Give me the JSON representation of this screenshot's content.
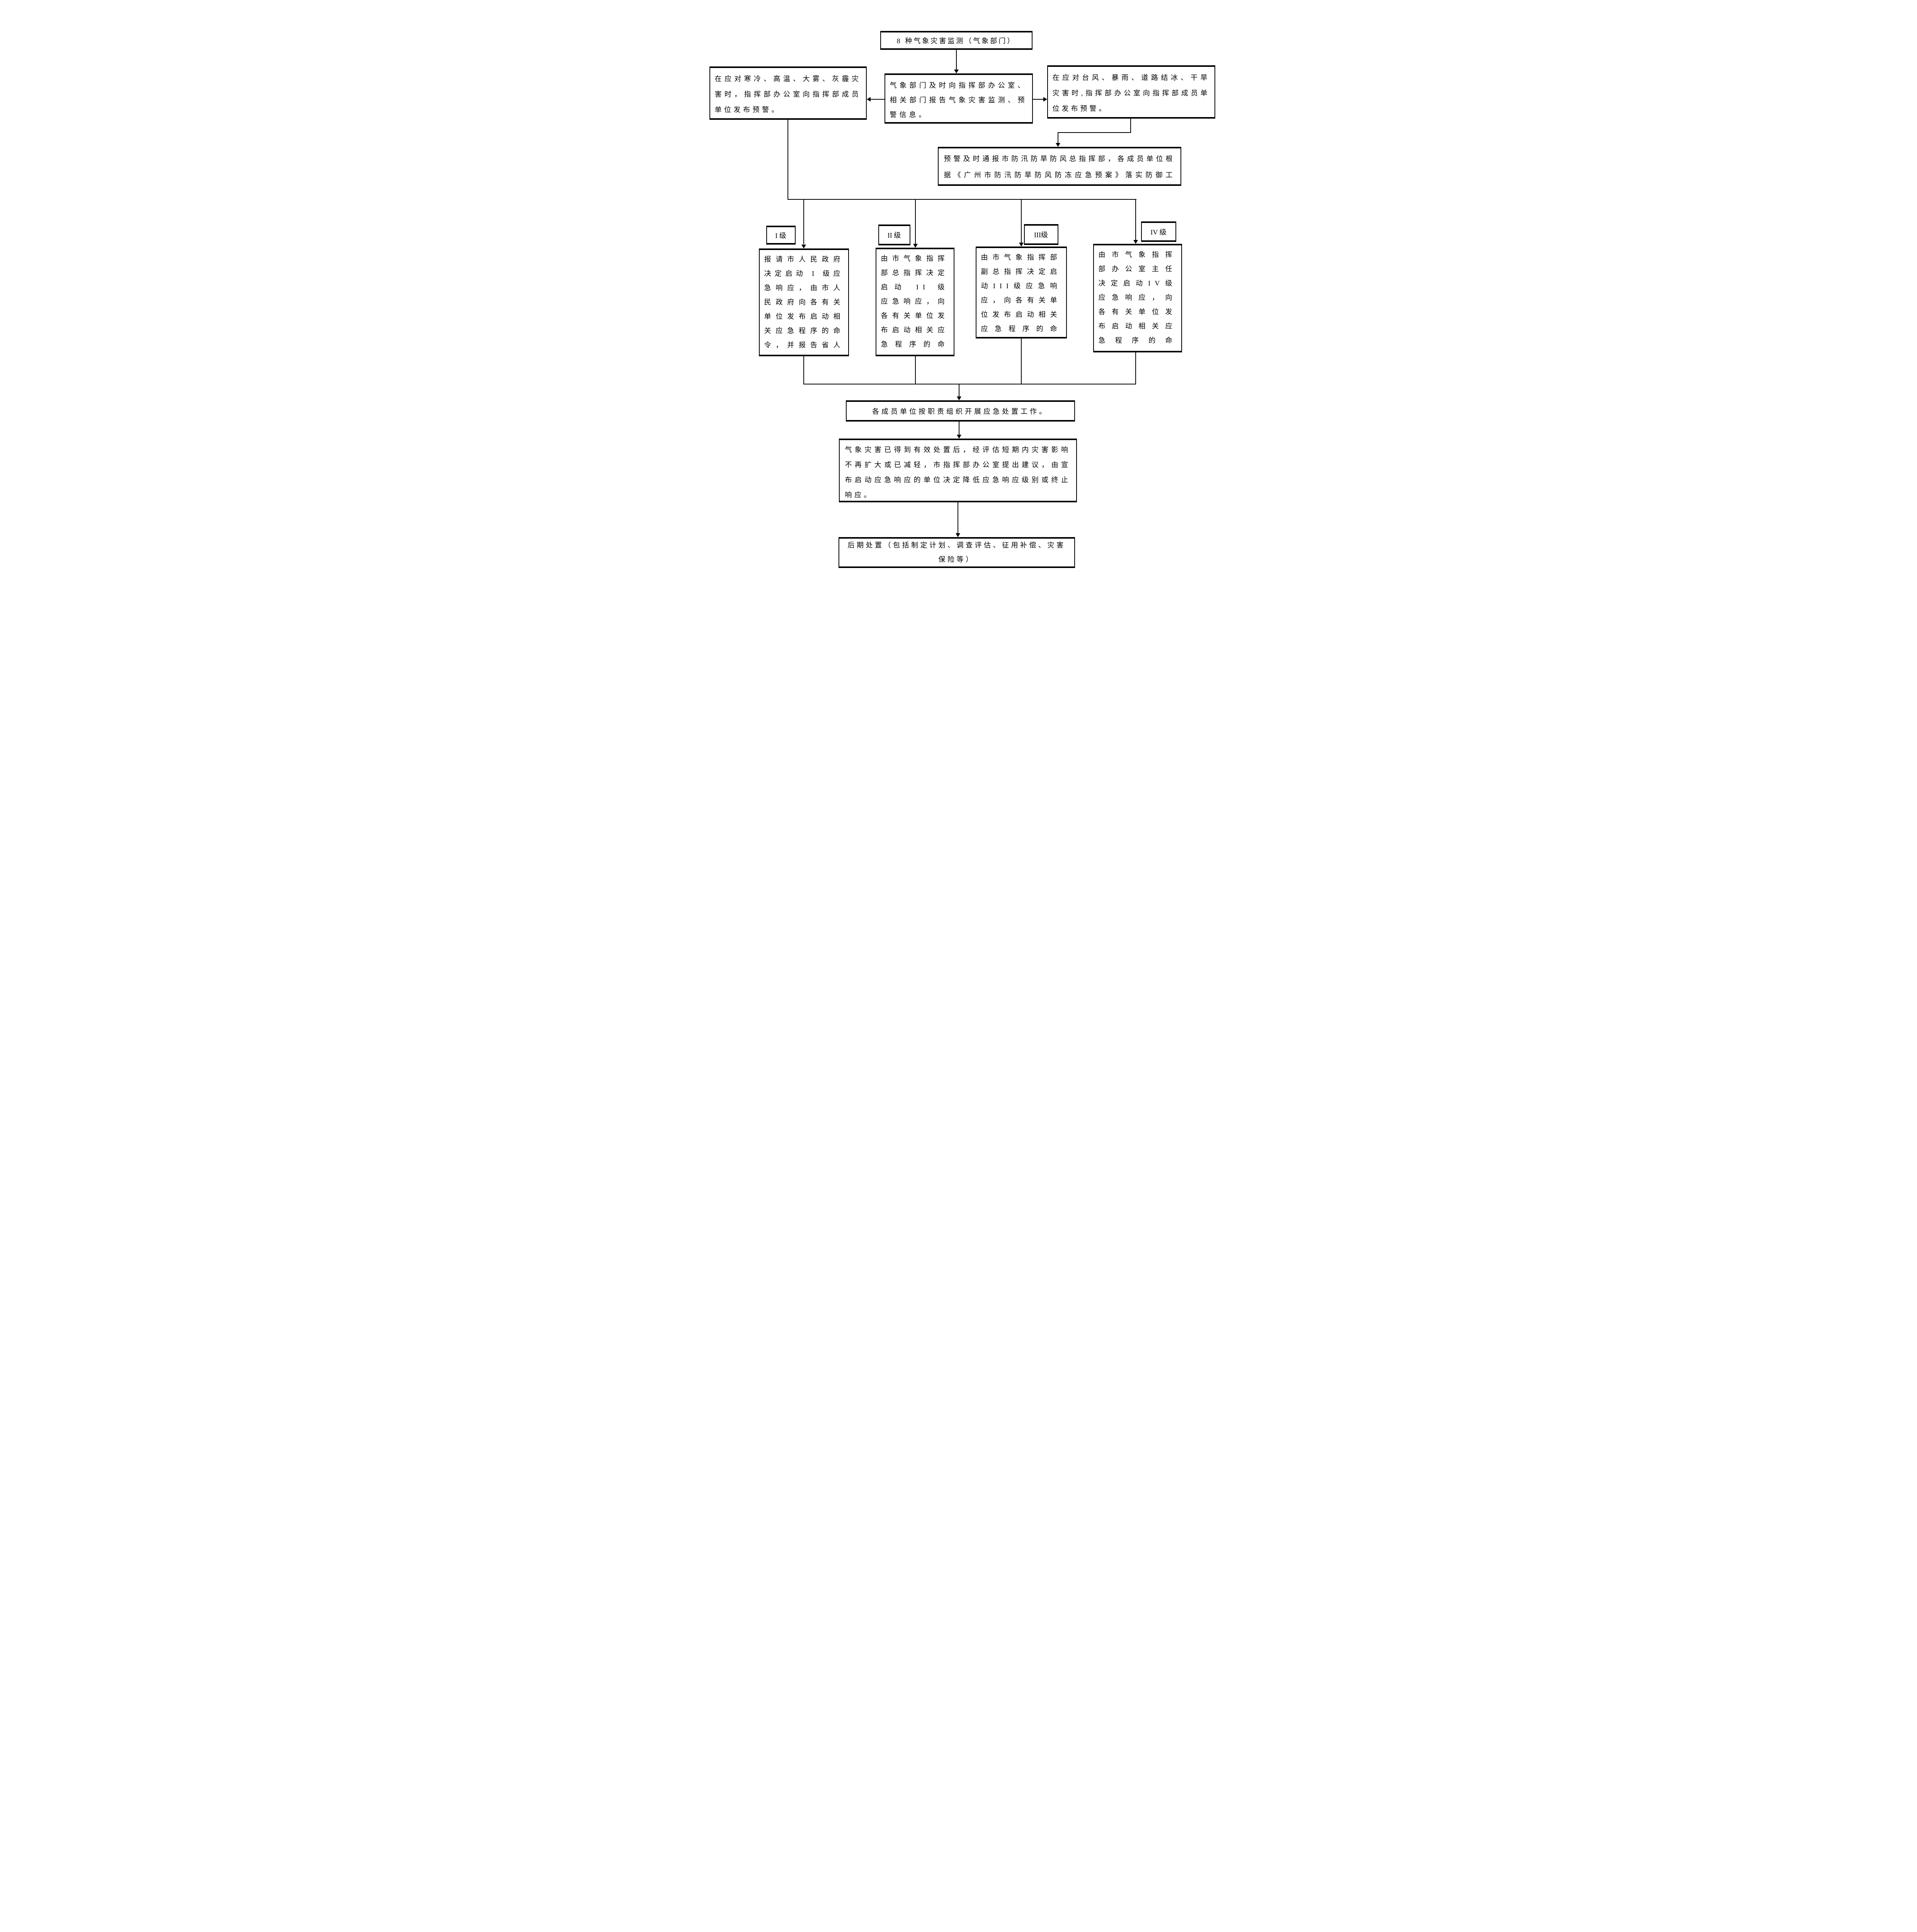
{
  "flow": {
    "monitor": "8 种气象灾害监测（气象部门）",
    "report": "气象部门及时向指挥部办公室、相关部门报告气象灾害监测、预警信息。",
    "warning_left": "在应对寒冷、高温、大雾、灰霾灾害时，指挥部办公室向指挥部成员单位发布预警。",
    "warning_right": "在应对台风、暴雨、道路结冰、干旱灾害时,指挥部办公室向指挥部成员单位发布预警。",
    "notify": "预警及时通报市防汛防旱防风总指挥部，各成员单位根据《广州市防汛防旱防风防冻应急预案》落实防御工作。",
    "levels": [
      {
        "label": "I 级",
        "action": "报请市人民政府决定启动 I 级应急响应，由市人民政府向各有关单位发布启动相关应急程序的命令，并报告省人民政府。"
      },
      {
        "label": "II 级",
        "action": "由市气象指挥部总指挥决定启动 II 级应急响应，向各有关单位发布启动相关应急程序的命令。"
      },
      {
        "label": "III级",
        "action": "由市气象指挥部副总指挥决定启动III级应急响应，向各有关单位发布启动相关应急程序的命令。"
      },
      {
        "label": "IV 级",
        "action": "由市气象指挥部办公室主任决定启动IV级应急响应，向各有关单位发布启动相关应急程序的命令。"
      }
    ],
    "response": "各成员单位按职责组织开展应急处置工作。",
    "termination": "气象灾害已得到有效处置后，经评估短期内灾害影响不再扩大或已减轻，市指挥部办公室提出建议，由宣布启动应急响应的单位决定降低应急响应级别或终止响应。",
    "post_disposal": "后期处置（包括制定计划、调查评估、征用补偿、灾害保险等）"
  },
  "colors": {
    "line": "#000000",
    "box_border": "#000000",
    "background": "#ffffff",
    "text": "#000000"
  }
}
